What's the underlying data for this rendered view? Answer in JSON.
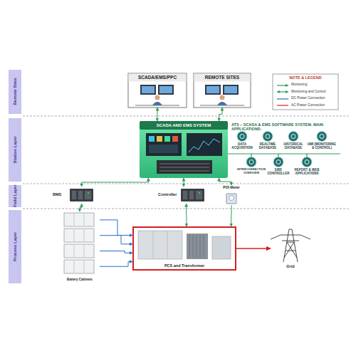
{
  "diagram": {
    "nodes": [
      {
        "text": [
          "Remote Sites"
        ]
      },
      {
        "text": [
          "Station Layer"
        ]
      },
      {
        "text": [
          "Field Layer"
        ]
      },
      {
        "text": [
          "Process Layer"
        ]
      },
      {
        "text": [
          "SCADA/EMS/PPC"
        ]
      },
      {
        "text": [
          "REMOTE SITES"
        ]
      },
      {
        "text": [
          "SCADA AND EMS SYSTEM"
        ]
      },
      {
        "text": [
          "DATA ACQUISITION"
        ]
      },
      {
        "text": [
          "REALTIME DATABASE"
        ]
      },
      {
        "text": [
          "HISTORICAL DATABASE"
        ]
      },
      {
        "text": [
          "HMI (MONITORING & CONTROL)"
        ]
      },
      {
        "text": [
          "INTERCONNECTION OVERVIEW"
        ]
      },
      {
        "text": [
          "EMS CONTROLLER"
        ]
      },
      {
        "text": [
          "REPORT & WEB APPLICATIONS"
        ]
      },
      {
        "text": [
          "BMS"
        ]
      },
      {
        "text": [
          "Controller"
        ]
      },
      {
        "text": [
          "POI Meter"
        ]
      },
      {
        "text": [
          "Battery Cabinets"
        ]
      },
      {
        "text": [
          "PCS and Transformer"
        ]
      },
      {
        "text": [
          "Grid"
        ]
      }
    ],
    "edges": [
      {
        "from": 4,
        "to": 6,
        "arrow": "both"
      },
      {
        "from": 5,
        "to": 6,
        "arrow": "both"
      },
      {
        "from": 6,
        "to": 14,
        "arrow": "both"
      },
      {
        "from": 6,
        "to": 15,
        "arrow": "both"
      },
      {
        "from": 6,
        "to": 16,
        "arrow": "both"
      },
      {
        "from": 14,
        "to": 17,
        "arrow": "both"
      },
      {
        "from": 15,
        "to": 18,
        "arrow": "both"
      },
      {
        "from": 16,
        "to": 18,
        "arrow": "to"
      },
      {
        "from": 17,
        "to": 18,
        "arrow": "to"
      },
      {
        "from": 17,
        "to": 18,
        "arrow": "to"
      },
      {
        "from": 17,
        "to": 18,
        "arrow": "to"
      },
      {
        "from": 17,
        "to": 18,
        "arrow": "to"
      },
      {
        "from": 18,
        "to": 19,
        "arrow": "to"
      }
    ],
    "labels": [
      "NOTE & LEGEND",
      "ATS – SCADA & EMS SOFTWARE SYSTEM. MAIN APPLICATIONS:"
    ],
    "legend": [
      {
        "text": "Monitoring"
      },
      {
        "text": "Monitoring and Control"
      },
      {
        "text": "DC Power Connection"
      },
      {
        "text": "AC Power Connection"
      }
    ]
  }
}
